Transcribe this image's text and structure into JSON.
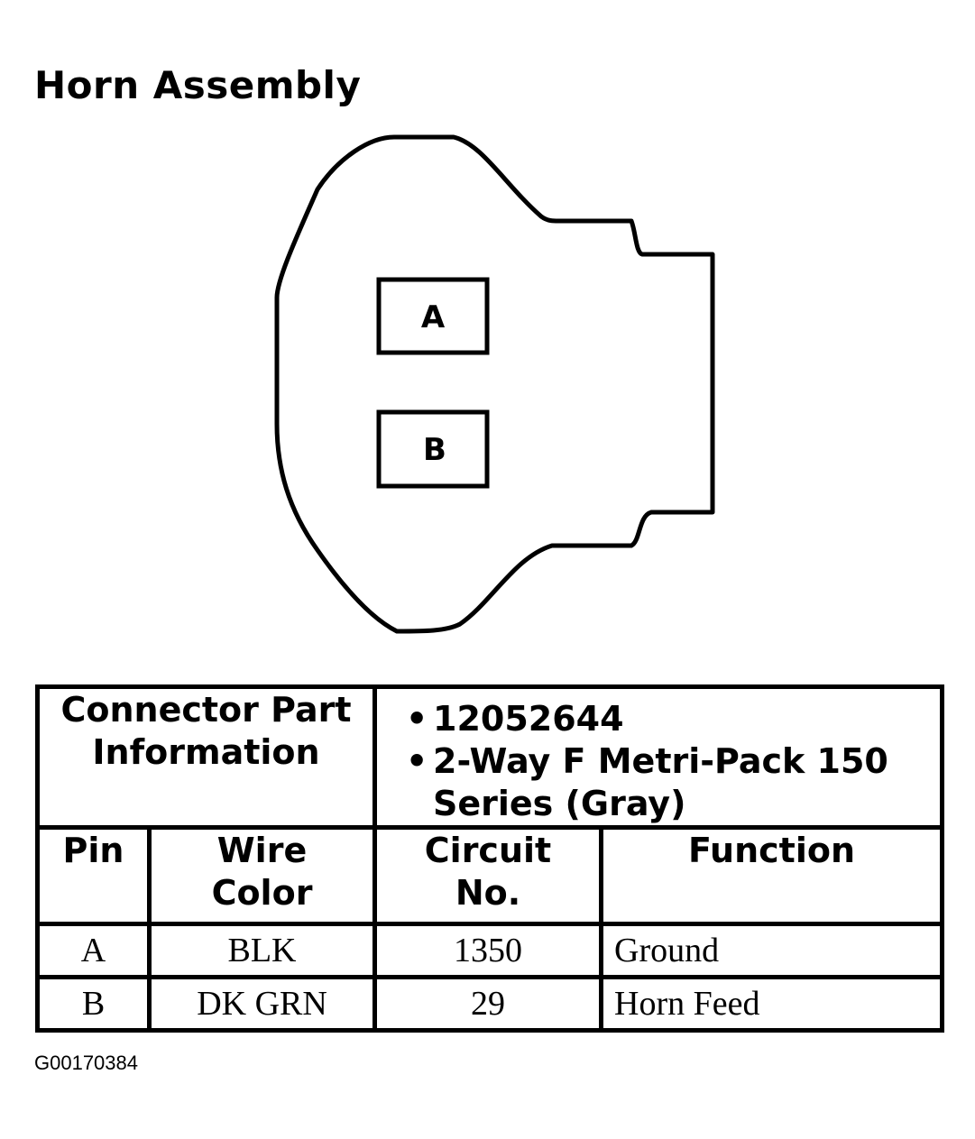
{
  "title": "Horn Assembly",
  "connector": {
    "pins": [
      {
        "label": "A"
      },
      {
        "label": "B"
      }
    ]
  },
  "table": {
    "part_info_header": [
      "Connector Part",
      "Information"
    ],
    "part_info_items": [
      {
        "bullet": "•",
        "lines": [
          "12052644"
        ]
      },
      {
        "bullet": "•",
        "lines": [
          "2-Way F Metri-Pack 150",
          "Series (Gray)"
        ]
      }
    ],
    "columns": {
      "pin": [
        "Pin"
      ],
      "wire_color": [
        "Wire",
        "Color"
      ],
      "circuit_no": [
        "Circuit",
        "No."
      ],
      "function": [
        "Function"
      ]
    },
    "rows": [
      {
        "pin": "A",
        "wire_color": "BLK",
        "circuit_no": "1350",
        "function": "Ground"
      },
      {
        "pin": "B",
        "wire_color": "DK GRN",
        "circuit_no": "29",
        "function": "Horn Feed"
      }
    ]
  },
  "footer_id": "G00170384"
}
